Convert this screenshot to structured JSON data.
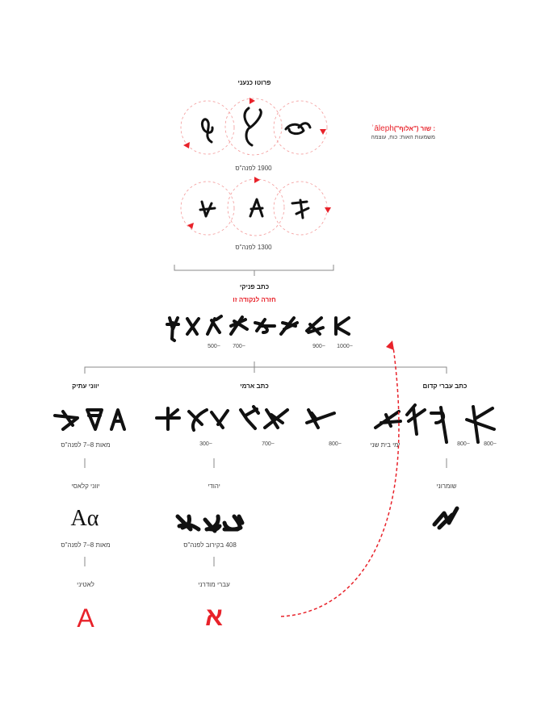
{
  "proto_canaanite": {
    "title": "פרוטו כנעני",
    "date_1": "1900 לפנה\"ס",
    "date_2": "1300 לפנה\"ס"
  },
  "letter_info": {
    "name": "ʾāleph",
    "meaning_word": ": שור (\"אלוף\")",
    "meaning": "משמעות האות: כוח, עוצמה"
  },
  "phoenician": {
    "title": "כתב פניקי",
    "return_note": "חזרה לנקודה זו",
    "dates": [
      "−500",
      "−700",
      "−900",
      "−1000"
    ]
  },
  "ancient_greek": {
    "title": "יווני עתיק",
    "date": "מאות 8–7 לפנה\"ס"
  },
  "aramaic": {
    "title": "כתב ארמי",
    "dates": [
      "−300",
      "−700",
      "−800"
    ]
  },
  "paleo_hebrew": {
    "title": "כתב עברי קדום",
    "second_temple": "ימי בית שני",
    "dates": [
      "−800",
      "−800"
    ]
  },
  "classical_greek": {
    "title": "יווני קלאסי",
    "glyph": "Aα",
    "date": "מאות 8–7 לפנה\"ס"
  },
  "jewish": {
    "title": "יהודי",
    "date": "408 בקירוב לפנה\"ס"
  },
  "samaritan": {
    "title": "שומרוני"
  },
  "latin": {
    "title": "לאטיני",
    "glyph": "A"
  },
  "modern_hebrew": {
    "title": "עברי מודרני",
    "glyph": "א"
  },
  "colors": {
    "accent": "#e8222a",
    "ink": "#111111"
  }
}
